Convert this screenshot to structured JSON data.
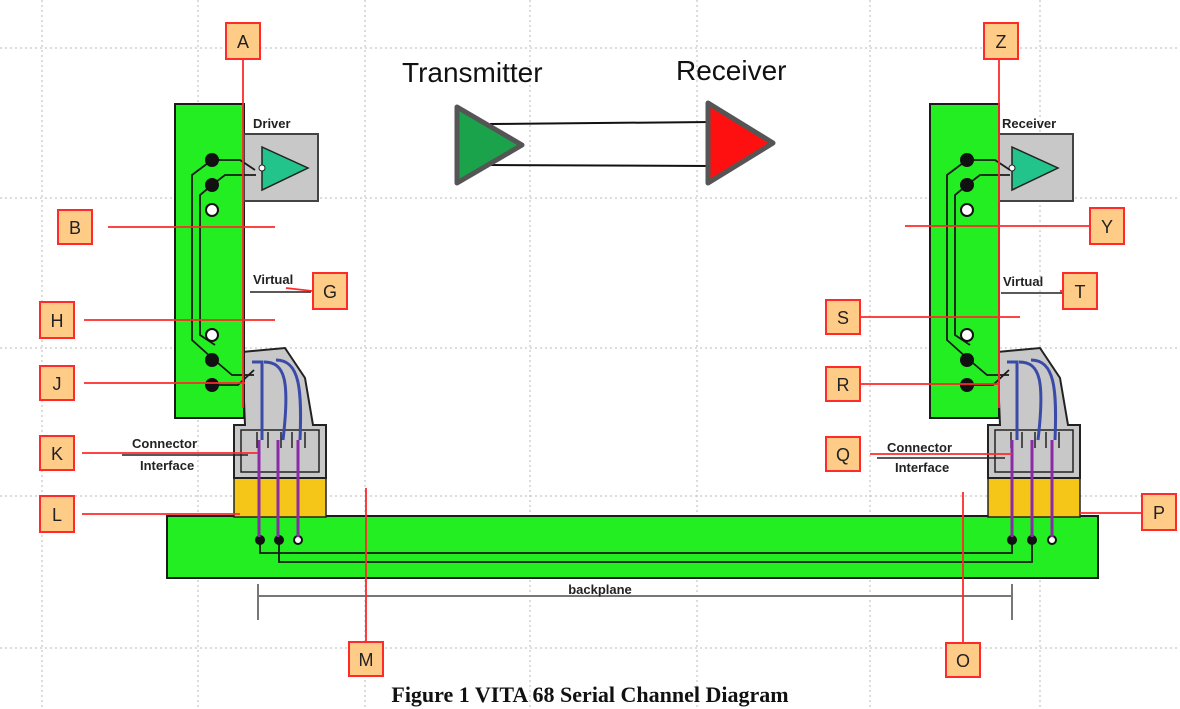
{
  "figure": {
    "caption": "Figure 1 VITA 68 Serial Channel Diagram",
    "transmitter_label": "Transmitter",
    "receiver_label": "Receiver",
    "backplane_label": "backplane"
  },
  "left_card": {
    "driver_label": "Driver",
    "virtual_label": "Virtual",
    "connector_label_line1": "Connector",
    "connector_label_line2": "Interface"
  },
  "right_card": {
    "receiver_label": "Receiver",
    "virtual_label": "Virtual",
    "connector_label_line1": "Connector",
    "connector_label_line2": "Interface"
  },
  "tags": {
    "A": "A",
    "B": "B",
    "G": "G",
    "H": "H",
    "J": "J",
    "K": "K",
    "L": "L",
    "M": "M",
    "O": "O",
    "P": "P",
    "Q": "Q",
    "R": "R",
    "S": "S",
    "T": "T",
    "Y": "Y",
    "Z": "Z"
  },
  "colors": {
    "pcb": "#22ee22",
    "tag_fill": "#ffcc88",
    "tag_stroke": "#ff2a2a",
    "transmitter": "#1aa34a",
    "receiver": "#ff1010",
    "connector_gold": "#f5c518"
  }
}
